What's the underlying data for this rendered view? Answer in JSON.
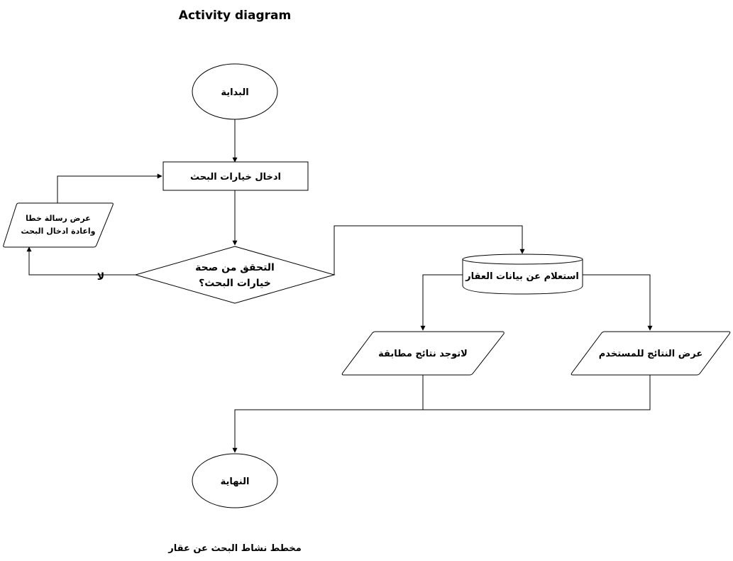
{
  "title": "Activity diagram",
  "caption": "مخطط نشاط البحث عن عقار",
  "nodes": {
    "start": "البداية",
    "enter_search": "ادخال خيارات البحث",
    "validate": [
      "التحقق من صحة",
      "خيارات البحث؟"
    ],
    "error_msg": [
      "عرض رسالة خطا",
      "واعادة ادخال البحث"
    ],
    "query_db": "استعلام عن بيانات العقار",
    "no_results": "لاتوجد نتائج مطابقة",
    "show_results": "عرض النتائج للمستخدم",
    "end": "النهاية"
  },
  "edge_labels": {
    "no": "لا"
  }
}
